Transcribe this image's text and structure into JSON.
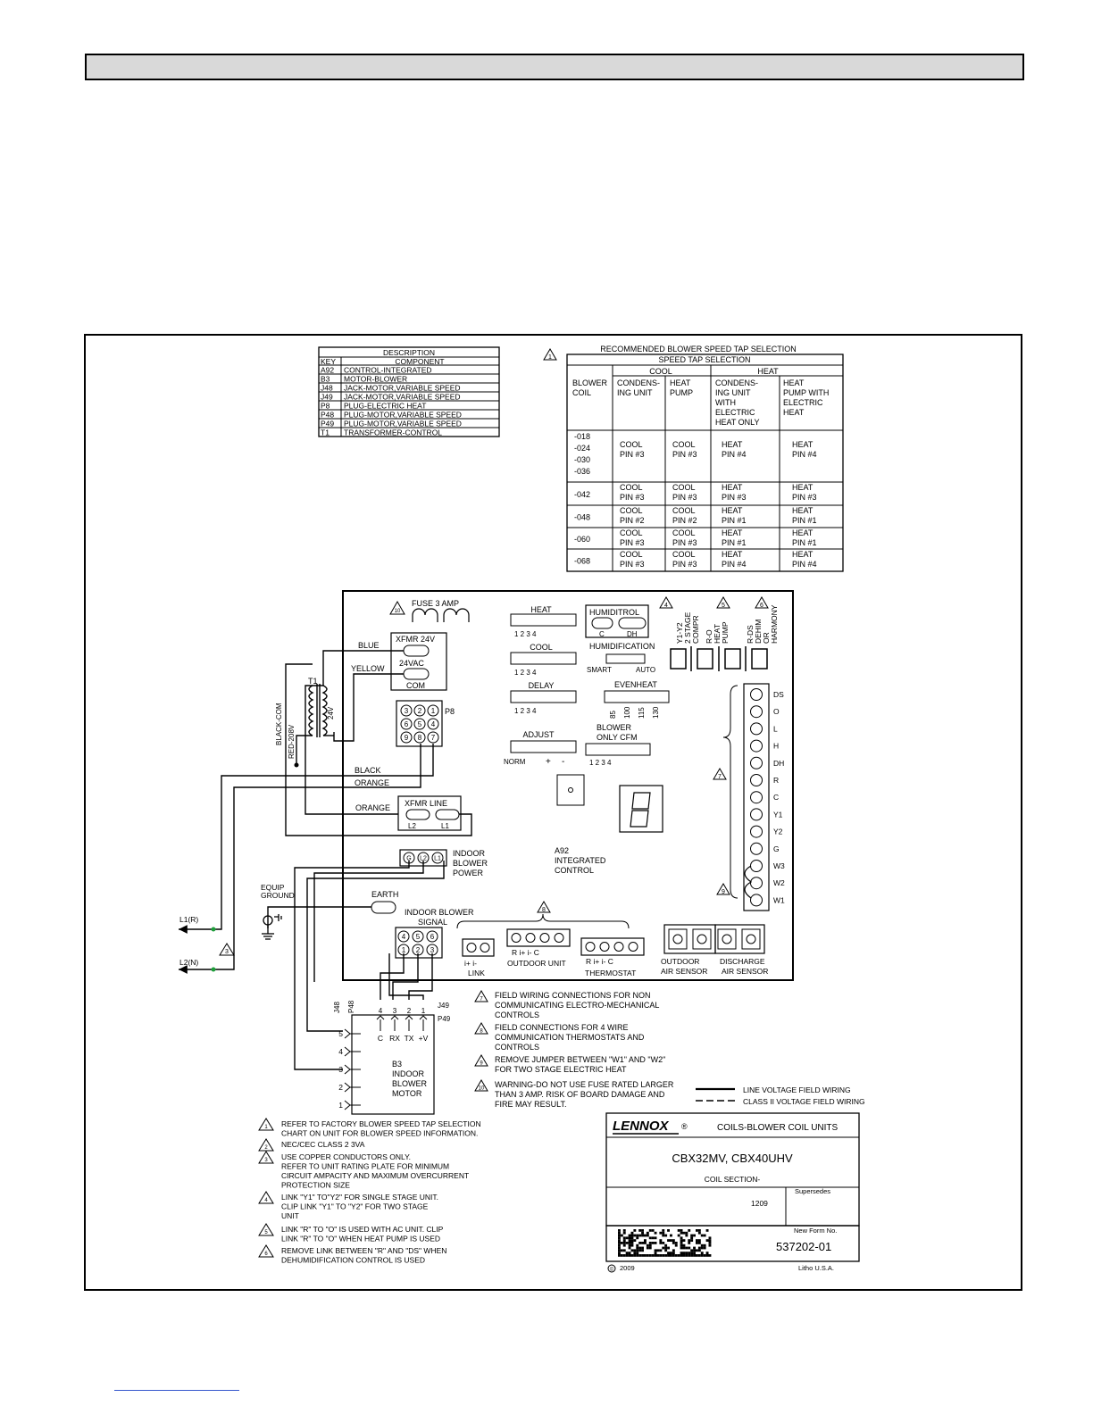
{
  "desc_table": {
    "title": "DESCRIPTION",
    "col_key": "KEY",
    "col_component": "COMPONENT",
    "rows": [
      {
        "key": "A92",
        "component": "CONTROL-INTEGRATED"
      },
      {
        "key": "B3",
        "component": "MOTOR-BLOWER"
      },
      {
        "key": "J48",
        "component": "JACK-MOTOR,VARIABLE SPEED"
      },
      {
        "key": "J49",
        "component": "JACK-MOTOR,VARIABLE SPEED"
      },
      {
        "key": "P8",
        "component": "PLUG-ELECTRIC HEAT"
      },
      {
        "key": "P48",
        "component": "PLUG-MOTOR,VARIABLE SPEED"
      },
      {
        "key": "P49",
        "component": "PLUG-MOTOR,VARIABLE SPEED"
      },
      {
        "key": "T1",
        "component": "TRANSFORMER-CONTROL"
      }
    ]
  },
  "speed_table": {
    "note_num": "1",
    "title": "RECOMMENDED BLOWER SPEED TAP SELECTION",
    "subtitle": "SPEED TAP SELECTION",
    "group_cool": "COOL",
    "group_heat": "HEAT",
    "headers": [
      [
        "BLOWER",
        "COIL"
      ],
      [
        "CONDENS-",
        "ING UNIT"
      ],
      [
        "HEAT",
        "PUMP"
      ],
      [
        "CONDENS-",
        "ING UNIT",
        "WITH",
        "ELECTRIC",
        "HEAT ONLY"
      ],
      [
        "HEAT",
        "PUMP WITH",
        "ELECTRIC",
        "HEAT"
      ]
    ],
    "rows": [
      {
        "coil": [
          "-018",
          "-024",
          "-030",
          "-036"
        ],
        "c1": [
          "COOL",
          "PIN #3"
        ],
        "c2": [
          "COOL",
          "PIN #3"
        ],
        "c3": [
          "HEAT",
          "PIN #4"
        ],
        "c4": [
          "HEAT",
          "PIN #4"
        ]
      },
      {
        "coil": [
          "-042"
        ],
        "c1": [
          "COOL",
          "PIN #3"
        ],
        "c2": [
          "COOL",
          "PIN #3"
        ],
        "c3": [
          "HEAT",
          "PIN #3"
        ],
        "c4": [
          "HEAT",
          "PIN #3"
        ]
      },
      {
        "coil": [
          "-048"
        ],
        "c1": [
          "COOL",
          "PIN #2"
        ],
        "c2": [
          "COOL",
          "PIN #2"
        ],
        "c3": [
          "HEAT",
          "PIN #1"
        ],
        "c4": [
          "HEAT",
          "PIN #1"
        ]
      },
      {
        "coil": [
          "-060"
        ],
        "c1": [
          "COOL",
          "PIN #3"
        ],
        "c2": [
          "COOL",
          "PIN #3"
        ],
        "c3": [
          "HEAT",
          "PIN #1"
        ],
        "c4": [
          "HEAT",
          "PIN #1"
        ]
      },
      {
        "coil": [
          "-068"
        ],
        "c1": [
          "COOL",
          "PIN #3"
        ],
        "c2": [
          "COOL",
          "PIN #3"
        ],
        "c3": [
          "HEAT",
          "PIN #4"
        ],
        "c4": [
          "HEAT",
          "PIN #4"
        ]
      }
    ]
  },
  "board": {
    "fuse": "FUSE 3 AMP",
    "fuse_note": "10",
    "heat": "HEAT",
    "cool": "COOL",
    "delay": "DELAY",
    "adjust": "ADJUST",
    "pins4": "1 2 3 4",
    "norm": "NORM",
    "plus": "+",
    "minus": "-",
    "humiditrol": "HUMIDITROL",
    "hum_c": "C",
    "hum_dh": "DH",
    "humidification": "HUMIDIFICATION",
    "smart": "SMART",
    "auto": "AUTO",
    "evenheat": "EVENHEAT",
    "evenheat_vals": [
      "85",
      "100",
      "115",
      "130"
    ],
    "blower_only": [
      "BLOWER",
      "ONLY CFM"
    ],
    "link_y1y2": [
      "Y1-Y2",
      "2 STAGE",
      "COMPR"
    ],
    "link_ro": [
      "R-O",
      "HEAT",
      "PUMP"
    ],
    "link_rds": [
      "R-DS",
      "DEHIM",
      "OR",
      "HARMONY"
    ],
    "notes_top": [
      "4",
      "5",
      "6"
    ],
    "xfmr24": "XFMR 24V",
    "vac24": "24VAC",
    "com": "COM",
    "p8": "P8",
    "p8_pins": [
      "3",
      "2",
      "1",
      "6",
      "5",
      "4",
      "9",
      "8",
      "7"
    ],
    "xfmr_line": "XFMR LINE",
    "l2": "L2",
    "l1": "L1",
    "indoor_blower_power": [
      "INDOOR",
      "BLOWER",
      "POWER"
    ],
    "power_pins": [
      "G",
      "L2",
      "L1"
    ],
    "earth": "EARTH",
    "indoor_blower_signal": [
      "INDOOR BLOWER",
      "SIGNAL"
    ],
    "signal_pins": [
      "4",
      "5",
      "6",
      "1",
      "2",
      "3"
    ],
    "a92": [
      "A92",
      "INTEGRATED",
      "CONTROL"
    ],
    "terminals": [
      "DS",
      "O",
      "L",
      "H",
      "DH",
      "R",
      "C",
      "Y1",
      "Y2",
      "G",
      "W3",
      "W2",
      "W1"
    ],
    "note7": "7",
    "note8": "8",
    "note9": "9",
    "link_label": [
      "i+ i-",
      "LINK"
    ],
    "outdoor_unit": "OUTDOOR UNIT",
    "outdoor_pins": "R  i+  i-  C",
    "thermostat": "THERMOSTAT",
    "thermo_pins": "R  i+  i-  C",
    "outdoor_air": [
      "OUTDOOR",
      "AIR SENSOR"
    ],
    "discharge_air": [
      "DISCHARGE",
      "AIR SENSOR"
    ]
  },
  "wiring": {
    "blue": "BLUE",
    "yellow": "YELLOW",
    "t1": "T1",
    "v24": "24V",
    "black_com": "BLACK-COM",
    "red_208": "RED-208V",
    "black": "BLACK",
    "orange1": "ORANGE",
    "orange2": "ORANGE",
    "equip_ground": [
      "EQUIP",
      "GROUND"
    ],
    "l1r": "L1(R)",
    "l2n": "L2(N)",
    "note3": "3",
    "j48": "J48",
    "p48": "P48",
    "j49": "J49",
    "p49": "P49",
    "j_pins": [
      "4",
      "3",
      "2",
      "1"
    ],
    "motor_sig": [
      "C",
      "RX",
      "TX",
      "+V"
    ],
    "motor_pins": [
      "5",
      "4",
      "3",
      "2",
      "1"
    ],
    "motor": [
      "B3",
      "INDOOR",
      "BLOWER",
      "MOTOR"
    ]
  },
  "field_notes": [
    {
      "num": "7",
      "lines": [
        "FIELD WIRING CONNECTIONS FOR NON",
        "COMMUNICATING ELECTRO-MECHANICAL",
        "CONTROLS"
      ]
    },
    {
      "num": "8",
      "lines": [
        "FIELD CONNECTIONS FOR 4 WIRE",
        "COMMUNICATION THERMOSTATS AND",
        "CONTROLS"
      ]
    },
    {
      "num": "9",
      "lines": [
        "REMOVE JUMPER BETWEEN \"W1\" AND \"W2\"",
        "FOR TWO STAGE ELECTRIC HEAT"
      ]
    },
    {
      "num": "10",
      "lines": [
        "WARNING-DO NOT USE FUSE RATED LARGER",
        "THAN 3 AMP. RISK OF BOARD DAMAGE AND",
        "FIRE MAY RESULT."
      ]
    }
  ],
  "legend": {
    "line_voltage": "LINE VOLTAGE FIELD WIRING",
    "class2": "CLASS II VOLTAGE FIELD WIRING"
  },
  "bottom_notes": [
    {
      "num": "1",
      "lines": [
        "REFER TO FACTORY BLOWER SPEED TAP SELECTION",
        "CHART ON UNIT FOR BLOWER SPEED INFORMATION."
      ]
    },
    {
      "num": "2",
      "lines": [
        "NEC/CEC CLASS 2 3VA"
      ]
    },
    {
      "num": "3",
      "lines": [
        "USE COPPER CONDUCTORS ONLY.",
        "REFER TO UNIT RATING PLATE FOR MINIMUM",
        "CIRCUIT AMPACITY AND MAXIMUM OVERCURRENT",
        "PROTECTION SIZE"
      ]
    },
    {
      "num": "4",
      "lines": [
        "LINK \"Y1\" TO\"Y2\" FOR SINGLE STAGE UNIT.",
        "CLIP LINK \"Y1\" TO \"Y2\" FOR TWO STAGE",
        "UNIT"
      ]
    },
    {
      "num": "5",
      "lines": [
        "LINK \"R\" TO \"O\" IS USED WITH AC UNIT. CLIP",
        "LINK \"R\" TO \"O\" WHEN HEAT PUMP IS USED"
      ]
    },
    {
      "num": "6",
      "lines": [
        "REMOVE LINK BETWEEN \"R\" AND \"DS\" WHEN",
        "DEHUMIDIFICATION CONTROL IS USED"
      ]
    }
  ],
  "title_block": {
    "brand": "LENNOX",
    "reg": "®",
    "header": "COILS-BLOWER COIL UNITS",
    "models": "CBX32MV, CBX40UHV",
    "section": "COIL SECTION-",
    "supersedes": "Supersedes",
    "date_code": "1209",
    "new_form_label": "New Form No.",
    "form_no": "537202-01",
    "copyright": "©",
    "year": "2009",
    "litho": "Litho U.S.A."
  }
}
